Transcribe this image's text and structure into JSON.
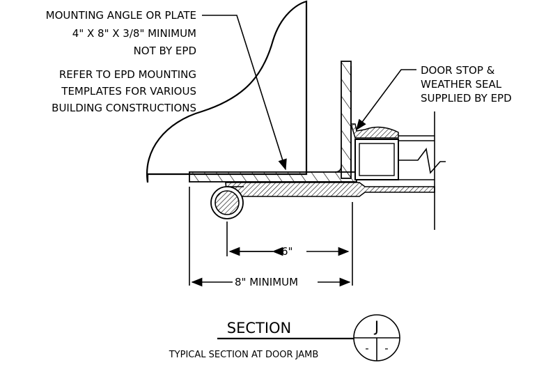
{
  "labels": {
    "mounting_1": "MOUNTING ANGLE OR PLATE",
    "mounting_2": "4\" X 8\" X 3/8\" MINIMUM",
    "mounting_3": "NOT BY EPD",
    "refer_1": "REFER TO EPD MOUNTING",
    "refer_2": "TEMPLATES FOR VARIOUS",
    "refer_3": "BUILDING CONSTRUCTIONS",
    "door_1": "DOOR STOP &",
    "door_2": "WEATHER SEAL",
    "door_3": "SUPPLIED BY EPD",
    "dim_6": "6\"",
    "dim_8": "8\"  MINIMUM",
    "section_title": "SECTION",
    "section_subtitle": "TYPICAL SECTION AT DOOR JAMB",
    "bubble_letter": "J",
    "bubble_left": "-",
    "bubble_right": "-"
  },
  "colors": {
    "ink": "#000000",
    "background": "#ffffff"
  }
}
